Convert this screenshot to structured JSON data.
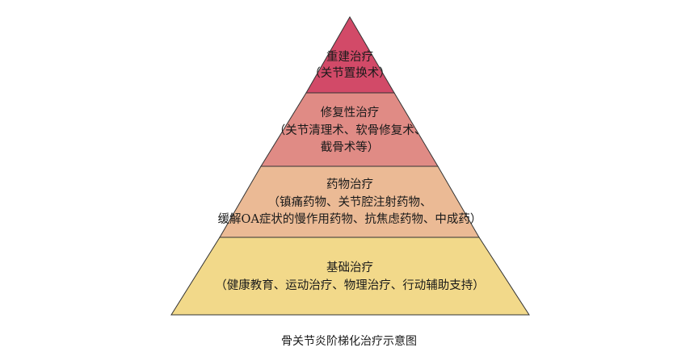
{
  "tiers": [
    {
      "id": "surgery",
      "title": "重建治疗",
      "lines": [
        "（关节置换术）"
      ],
      "color": "#d24a68"
    },
    {
      "id": "repair",
      "title": "修复性治疗",
      "lines": [
        "（关节清理术、软骨修复术、",
        "截骨术等）"
      ],
      "color": "#e08b85"
    },
    {
      "id": "drug",
      "title": "药物治疗",
      "lines": [
        "（镇痛药物、关节腔注射药物、",
        "缓解OA症状的慢作用药物、抗焦虑药物、中成药）"
      ],
      "color": "#ebba95"
    },
    {
      "id": "basic",
      "title": "基础治疗",
      "lines": [
        "（健康教育、运动治疗、物理治疗、行动辅助支持）"
      ],
      "color": "#f2d98a"
    }
  ],
  "caption": "骨关节炎阶梯化治疗示意图",
  "outline_color": "#333333"
}
